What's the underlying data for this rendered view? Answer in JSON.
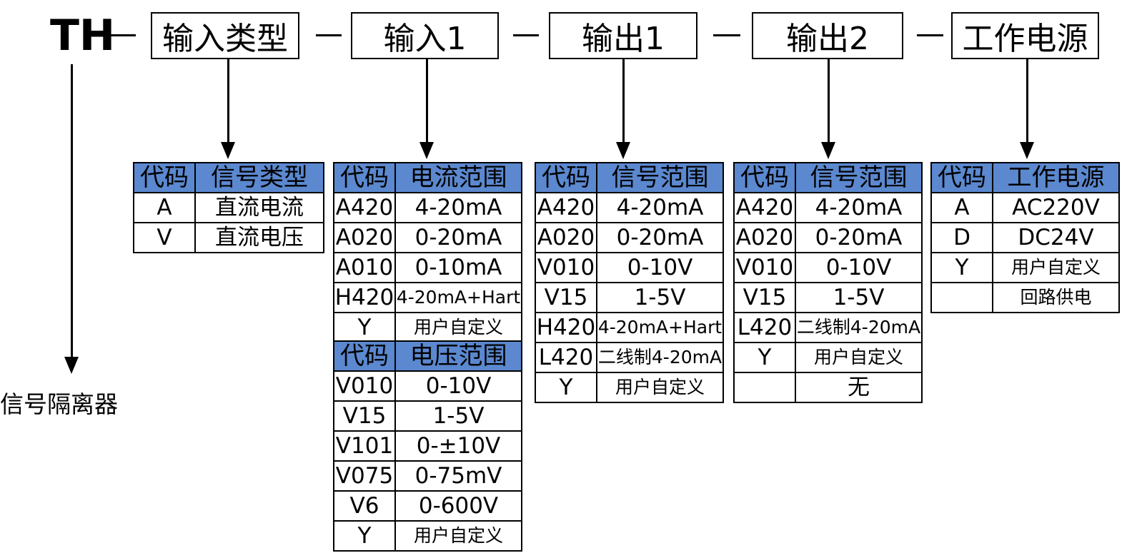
{
  "prefix": "TH",
  "sidelabel": "信号隔离器",
  "fields": [
    "输入类型",
    "输入1",
    "输出1",
    "输出2",
    "工作电源"
  ],
  "colors": {
    "header_bg": "#5B88CF",
    "line": "#000000"
  },
  "tables": {
    "input_type": {
      "header": [
        "代码",
        "信号类型"
      ],
      "rows": [
        [
          "A",
          "直流电流"
        ],
        [
          "V",
          "直流电压"
        ]
      ]
    },
    "input1_current": {
      "header": [
        "代码",
        "电流范围"
      ],
      "rows": [
        [
          "A420",
          "4-20mA"
        ],
        [
          "A020",
          "0-20mA"
        ],
        [
          "A010",
          "0-10mA"
        ],
        [
          "H420",
          "4-20mA+Hart"
        ],
        [
          "Y",
          "用户自定义"
        ]
      ]
    },
    "input1_voltage": {
      "header": [
        "代码",
        "电压范围"
      ],
      "rows": [
        [
          "V010",
          "0-10V"
        ],
        [
          "V15",
          "1-5V"
        ],
        [
          "V101",
          "0-±10V"
        ],
        [
          "V075",
          "0-75mV"
        ],
        [
          "V6",
          "0-600V"
        ],
        [
          "Y",
          "用户自定义"
        ]
      ]
    },
    "output1": {
      "header": [
        "代码",
        "信号范围"
      ],
      "rows": [
        [
          "A420",
          "4-20mA"
        ],
        [
          "A020",
          "0-20mA"
        ],
        [
          "V010",
          "0-10V"
        ],
        [
          "V15",
          "1-5V"
        ],
        [
          "H420",
          "4-20mA+Hart"
        ],
        [
          "L420",
          "二线制4-20mA"
        ],
        [
          "Y",
          "用户自定义"
        ]
      ]
    },
    "output2": {
      "header": [
        "代码",
        "信号范围"
      ],
      "rows": [
        [
          "A420",
          "4-20mA"
        ],
        [
          "A020",
          "0-20mA"
        ],
        [
          "V010",
          "0-10V"
        ],
        [
          "V15",
          "1-5V"
        ],
        [
          "L420",
          "二线制4-20mA"
        ],
        [
          "Y",
          "用户自定义"
        ],
        [
          "",
          "无"
        ]
      ]
    },
    "power": {
      "header": [
        "代码",
        "工作电源"
      ],
      "rows": [
        [
          "A",
          "AC220V"
        ],
        [
          "D",
          "DC24V"
        ],
        [
          "Y",
          "用户自定义"
        ],
        [
          "",
          "回路供电"
        ]
      ]
    }
  }
}
